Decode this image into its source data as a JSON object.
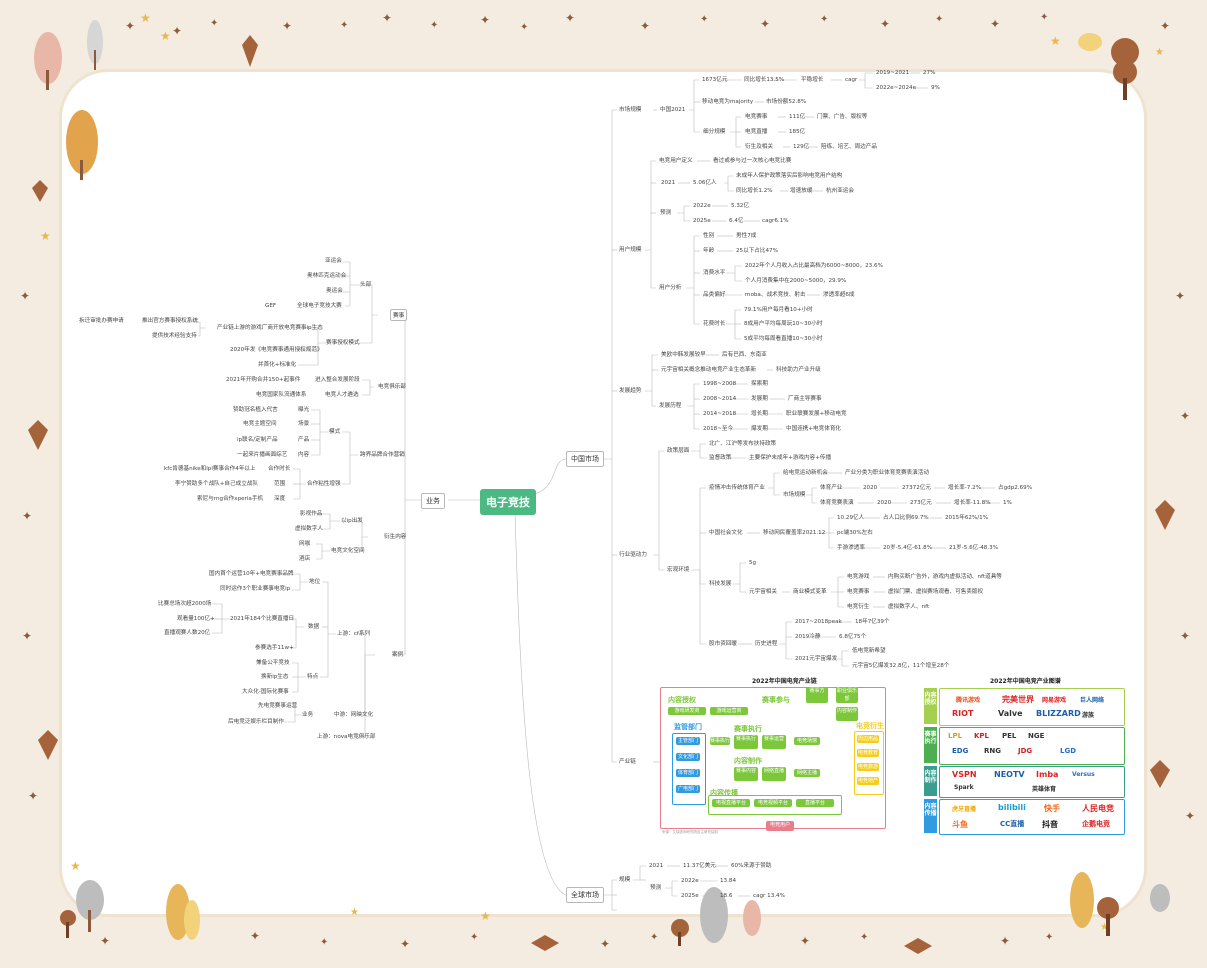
{
  "root": "电子竞技",
  "left_branch": "业务",
  "right_branches": {
    "china": "中国市场",
    "global": "全球市场"
  },
  "left": {
    "saishi": "赛事",
    "toubu": "头部",
    "yayunhui": "亚运会",
    "aoyunhui": "奥林匹克运动会",
    "ouyunhui": "奥运会",
    "gef": "GEF",
    "gef_desc": "全球电子竞技大赛",
    "shouquan": "赛事授权模式",
    "sq1a": "拆迁审批办赛申请",
    "sq1b": "推出官方赛事授权系统",
    "sq1c": "提供技术经验支持",
    "sq1": "产业链上游的游戏厂商开放电竞赛事ip生态",
    "sq2": "2020年发《电竞赛事通用授权规范》",
    "sq3": "并首化+标准化",
    "club": "电竞俱乐部",
    "club1": "2021年开购合并150+起事件",
    "club1b": "进入整合发展阶段",
    "club2": "电竞国家队流通体系",
    "club2b": "电竞人才遴选",
    "crossover": "跨界品牌合作营销",
    "moshi": "模式",
    "m1": "赞助冠名植入代言",
    "m1b": "曝光",
    "m2": "电竞主题空间",
    "m2b": "场景",
    "m3": "ip联名/定制产品",
    "m3b": "产品",
    "m4": "一起来片播画面综艺",
    "m4b": "内容",
    "hezuo": "合作粘性增强",
    "h1": "kfc肯德基nike和lpl赛事合作4年以上",
    "h1b": "合作时长",
    "h2": "李宁赞助多个战队+自己成立战队",
    "h2b": "范围",
    "h3": "索尼与rng合作xperia手机",
    "h3b": "深度",
    "yansheng": "衍生内容",
    "yip": "以ip出发",
    "y1": "影视作品",
    "y2": "虚拟数字人",
    "ywh": "电竞文化空间",
    "y3": "网咖",
    "y4": "酒店",
    "anli": "案例",
    "cf": "上游：cf系列",
    "diwei": "地位",
    "d1": "国内首个运营10年+电竞赛事品牌",
    "d2": "同时运作3个职业赛事电竞ip",
    "shuju": "数据",
    "s1": "2021年184个比赛直播日",
    "s1a": "比赛总场次超2000场",
    "s1b": "观看量100亿+",
    "s1c": "直播观赛人数20亿",
    "s2": "参赛选手11w+",
    "tedian": "特点",
    "t1": "兼备公平竞技",
    "t2": "换新ip生态",
    "t3": "大众化-国际化赛事",
    "yewu": "业务",
    "zhongyou": "中游：网映文化",
    "z1": "先电竞赛事运营",
    "z2": "后电竞泛娱乐栏目制作",
    "xiayou": "上游：nova电竞俱乐部"
  },
  "right": {
    "scgm": "市场规模",
    "zg2021": "中国2021",
    "v1673": "1673亿元",
    "tongbi": "同比增长13.5%",
    "pingwen": "平稳增长",
    "cagr": "cagr",
    "y1921": "2019~2021",
    "p27": "27%",
    "y2224": "2022e~2024e",
    "p9": "9%",
    "ydzj": "移动电竞为majority",
    "zb": "市场份额52.8%",
    "xfgm": "细分规模",
    "dj_ss": "电竞赛事",
    "v111": "111亿",
    "mp": "门票、广告、版权等",
    "dj_zb": "电竞直播",
    "v185": "185亿",
    "ys": "衍生及相关",
    "v129": "129亿",
    "ys_d": "陪练、培艺、周边产品",
    "yhgm": "用户规模",
    "dydy": "电竞用户定义",
    "dydy_d": "看过或参与过一次核心电竞比赛",
    "u2021": "2021",
    "u506": "5.06亿人",
    "u_a": "未成年人保护政策落实后影响电竞用户结构",
    "u_b": "同比增长1.2%",
    "u_c": "增速放缓",
    "u_d": "杭州亚运会",
    "yuce": "预测",
    "u22": "2022e",
    "u532": "5.32亿",
    "u25": "2025e",
    "u64": "6.4亿",
    "ucagr": "cagr6.1%",
    "yhfx": "用户分析",
    "xb": "性别",
    "xb_d": "男性7成",
    "nl": "年龄",
    "nl_d": "25以下占比47%",
    "xf": "消费水平",
    "xf_a": "2022年个人月收入占比最高档为6000~8000，23.6%",
    "xf_b": "个人月消费集中在2000~5000，29.9%",
    "ph": "品类偏好",
    "ph_d": "moba、战术竞技、射击",
    "ph_e": "渗透率超6成",
    "hf": "花费时长",
    "hf_a": "79.1%用户每月看10+小时",
    "hf_b": "8成用户平均每周玩10~30小时",
    "hf_c": "5成平均每周看直播10~30小时",
    "fzqs": "发展趋势",
    "q1": "美欧中韩发展较早",
    "q1b": "后有巴西、东南亚",
    "q2": "元宇宙相关概念推动电竞产业生态革新",
    "q2b": "科技助力产业升级",
    "fzlc": "发展历程",
    "l1": "1998~2008",
    "l1b": "探索期",
    "l2": "2008~2014",
    "l2b": "发展期",
    "l2c": "厂商主导赛事",
    "l3": "2014~2018",
    "l3b": "增长期",
    "l3c": "职业联赛发展+移动电竞",
    "l4": "2018~至今",
    "l4b": "爆发期",
    "l4c": "中国连携+电竞体育化",
    "hyqd": "行业驱动力",
    "zcqd": "政策层面",
    "zc1": "北广、江沪等发布扶持政策",
    "zc2": "监督政策",
    "zc2b": "主要保护未成年+游戏内容+传播",
    "hgfj": "宏观环境",
    "yq": "疫情冲击传统体育产业",
    "yq1": "给电竞运动新机会",
    "yq1b": "产业分类为职业体育竞赛表演活动",
    "scgm2": "市场规模",
    "tiyu": "体育产业",
    "ty20": "2020",
    "ty_v": "27372亿元",
    "ty_g": "增长率-7.2%",
    "ty_gdp": "占gdp2.69%",
    "tyss": "体育竞赛表演",
    "tyss20": "2020",
    "tyss_v": "273亿元",
    "tyss_g": "增长率-11.8%",
    "tyss_p": "1%",
    "shwh": "中国社会文化",
    "shwh_b": "移动网民覆盖率2021.12",
    "w1": "10.29亿人",
    "w1b": "占人口比例69.7%",
    "w1c": "2015年62%/1%",
    "w2": "pc端30%左右",
    "w3": "手游渗透率",
    "w3b": "20岁-5,4亿-61.8%",
    "w3c": "21岁-5.6亿-48.3%",
    "kjfz": "科技发展",
    "g5": "5g",
    "yyz": "元宇宙相关",
    "syms": "商业模式变革",
    "yx": "电竞游戏",
    "yx_d": "内购买断广告外，游戏内虚拟活动、nft道具等",
    "ssz": "电竞赛事",
    "ssz_d": "虚拟门票、虚拟赛场观看、可售卖版权",
    "dz": "电竞衍生",
    "dz_d": "虚拟数字人、nft",
    "zbhg": "股市资回暖",
    "lsjc": "历史进程",
    "j1": "2017~2018peak",
    "j1b": "18年7亿39个",
    "j2": "2019冷静",
    "j2b": "6.8亿75个",
    "j3": "2021元宇宙爆发",
    "j3a": "低电竞新希望",
    "j3b": "元宇宙5亿爆发32.8亿，11个增至28个",
    "cyl": "产业链",
    "qq": "全球市场",
    "gm": "规模",
    "g2021": "2021",
    "g2021v": "11.37亿美元",
    "g2021b": "60%来源于赞助",
    "gyc": "预测",
    "g22": "2022e",
    "g22v": "13.84",
    "g25": "2025e",
    "g25v": "18.6",
    "g25c": "cagr 13.4%"
  },
  "panel1": {
    "title": "2022年中国电竞产业链",
    "nrsq": "内容授权",
    "ssc": "赛事参与",
    "jgbm": "监管部门",
    "sszx": "赛事执行",
    "nrzz": "内容制作",
    "nrcb": "内容传播",
    "dj_ys": "电竞衍生",
    "djyh": "电竞用户",
    "a1": "游戏研发商",
    "a2": "游戏运营商",
    "b1": "赛事方",
    "b2": "职业俱乐部",
    "b3": "内容制作",
    "jg1": "主管部门",
    "jg2": "文化部门",
    "jg3": "体育部门",
    "jg4": "广电部门",
    "c1": "赛事执行",
    "c2": "赛事运营",
    "c3": "电竞场馆",
    "c4": "赛事执行",
    "d1": "赛事内容",
    "d2": "网络直播",
    "d3": "网络主播",
    "e1": "电视直播平台",
    "e2": "电竞视频平台",
    "e3": "直播平台",
    "f1": "周边用品",
    "f2": "电竞教育",
    "f3": "电竞旅游",
    "f4": "电竞地产",
    "note": "来源：艾瑞咨询研究院自主研究绘制"
  },
  "panel2": {
    "title": "2022年中国电竞产业图谱",
    "rows": [
      "内容授权",
      "赛事执行",
      "内容制作",
      "内容传播"
    ],
    "logos1": [
      "腾讯游戏",
      "完美世界",
      "网易游戏",
      "巨人网络",
      "RIOT",
      "Valve",
      "BLIZZARD",
      "游族"
    ],
    "logos2": [
      "LPL",
      "KPL",
      "PEL",
      "NGE",
      "EDG",
      "RNG",
      "JDG",
      "LGD"
    ],
    "logos3": [
      "VSPN",
      "NEOTV",
      "Imba",
      "Versus",
      "Spark",
      "英雄体育"
    ],
    "logos4": [
      "虎牙直播",
      "bilibili",
      "快手",
      "人民电竞",
      "斗鱼",
      "CC直播",
      "抖音",
      "企鹅电竞"
    ]
  },
  "colors": {
    "root": "#4cb882",
    "green": "#7cc83a",
    "blue": "#2f9be0",
    "yellow": "#f7cd1a",
    "pink": "#ea7d8c",
    "panelBorder": "#7cb342"
  }
}
